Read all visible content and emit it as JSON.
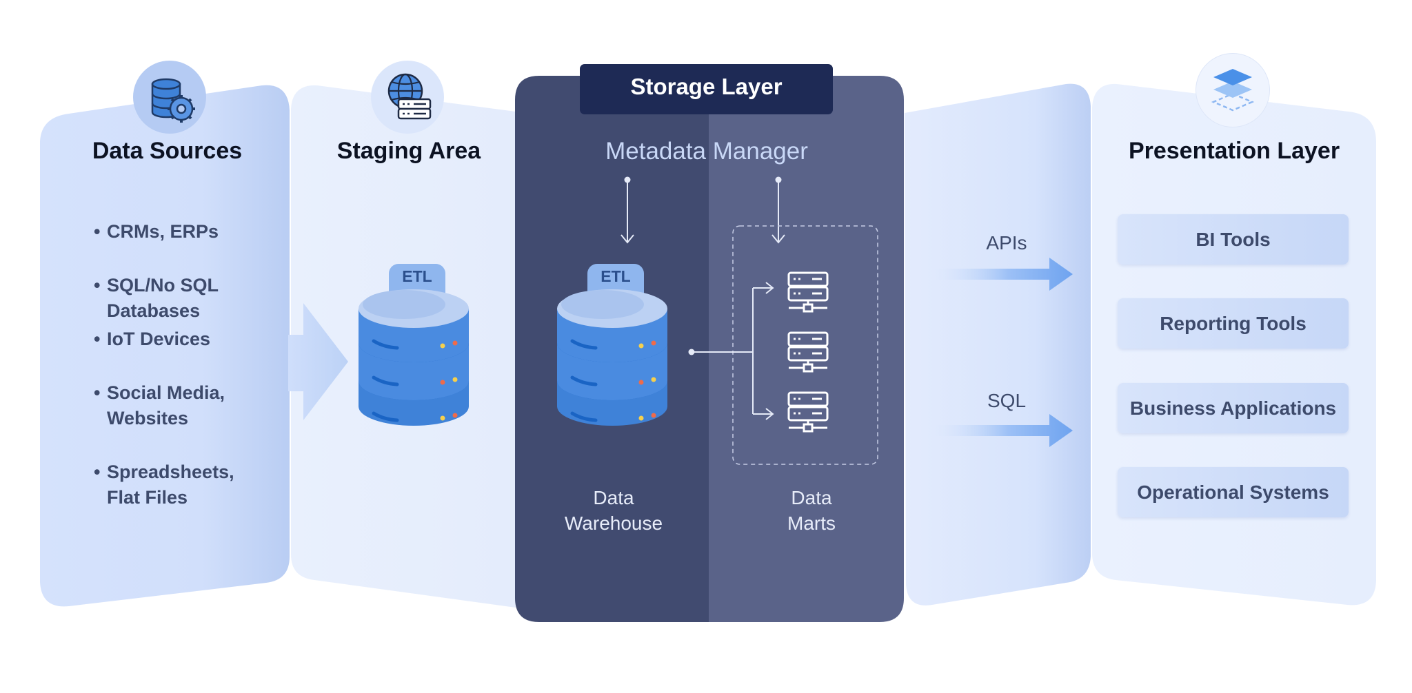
{
  "columns": {
    "sources": {
      "title": "Data Sources",
      "items": [
        {
          "line1": "CRMs, ERPs",
          "line2": ""
        },
        {
          "line1": "SQL/No SQL",
          "line2": "Databases"
        },
        {
          "line1": "IoT Devices",
          "line2": ""
        },
        {
          "line1": "Social Media,",
          "line2": "Websites"
        },
        {
          "line1": "Spreadsheets,",
          "line2": "Flat Files"
        }
      ],
      "icon": "database-gear-icon"
    },
    "staging": {
      "title": "Staging Area",
      "etl_label": "ETL",
      "icon": "globe-server-icon"
    },
    "storage": {
      "title": "Storage Layer",
      "metadata": "Metadata Manager",
      "etl_label": "ETL",
      "warehouse_line1": "Data",
      "warehouse_line2": "Warehouse",
      "marts_line1": "Data",
      "marts_line2": "Marts"
    },
    "interfaces": {
      "apis": "APIs",
      "sql": "SQL"
    },
    "presentation": {
      "title": "Presentation Layer",
      "icon": "layers-icon",
      "items": [
        "BI Tools",
        "Reporting Tools",
        "Business Applications",
        "Operational Systems"
      ]
    }
  },
  "colors": {
    "storage_dark": "#414b70",
    "storage_light": "#5a6389",
    "storage_header": "#1e2a55",
    "db_blue": "#3f82d8",
    "panel_blue": "#d6e3fc"
  }
}
